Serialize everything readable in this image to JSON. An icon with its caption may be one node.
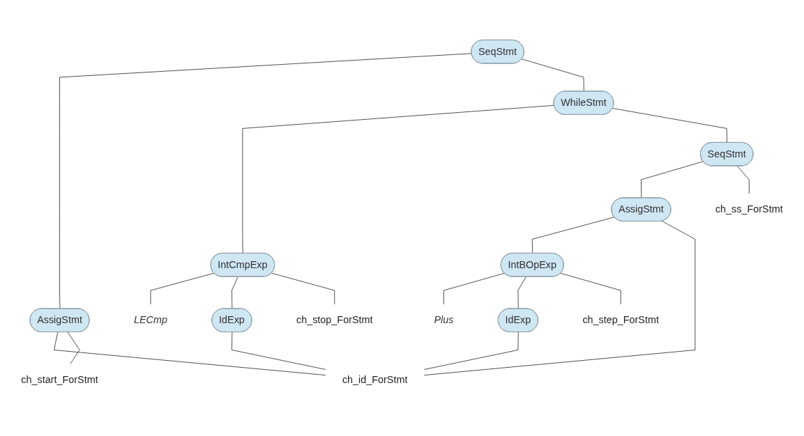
{
  "diagram": {
    "nodes": [
      {
        "text": [
          "SeqStmt"
        ]
      },
      {
        "text": [
          "AssigStmt"
        ]
      },
      {
        "text": [
          "WhileStmt"
        ]
      },
      {
        "text": [
          "IntCmpExp"
        ]
      },
      {
        "text": [
          "LECmp"
        ]
      },
      {
        "text": [
          "IdExp"
        ]
      },
      {
        "text": [
          "SeqStmt"
        ]
      },
      {
        "text": [
          "AssigStmt"
        ]
      },
      {
        "text": [
          "IntBOpExp"
        ]
      },
      {
        "text": [
          "Plus"
        ]
      },
      {
        "text": [
          "IdExp"
        ]
      },
      {
        "text": [
          "ch_id_ForStmt"
        ]
      },
      {
        "text": [
          "ch_start_ForStmt"
        ]
      },
      {
        "text": [
          "ch_stop_ForStmt"
        ]
      },
      {
        "text": [
          "ch_ss_ForStmt"
        ]
      },
      {
        "text": [
          "ch_step_ForStmt"
        ]
      }
    ],
    "edges": [
      {
        "from": 0,
        "to": 1,
        "arrow": "none"
      },
      {
        "from": 0,
        "to": 2,
        "arrow": "none"
      },
      {
        "from": 2,
        "to": 3,
        "arrow": "none"
      },
      {
        "from": 2,
        "to": 6,
        "arrow": "none"
      },
      {
        "from": 3,
        "to": 4,
        "arrow": "none"
      },
      {
        "from": 3,
        "to": 5,
        "arrow": "none"
      },
      {
        "from": 6,
        "to": 7,
        "arrow": "none"
      },
      {
        "from": 7,
        "to": 8,
        "arrow": "none"
      },
      {
        "from": 8,
        "to": 9,
        "arrow": "none"
      },
      {
        "from": 8,
        "to": 10,
        "arrow": "none"
      },
      {
        "from": 1,
        "to": 11,
        "arrow": "none"
      },
      {
        "from": 1,
        "to": 12,
        "arrow": "none"
      },
      {
        "from": 5,
        "to": 11,
        "arrow": "none"
      },
      {
        "from": 3,
        "to": 13,
        "arrow": "none"
      },
      {
        "from": 6,
        "to": 14,
        "arrow": "none"
      },
      {
        "from": 7,
        "to": 11,
        "arrow": "none"
      },
      {
        "from": 10,
        "to": 11,
        "arrow": "none"
      },
      {
        "from": 8,
        "to": 15,
        "arrow": "none"
      }
    ]
  }
}
